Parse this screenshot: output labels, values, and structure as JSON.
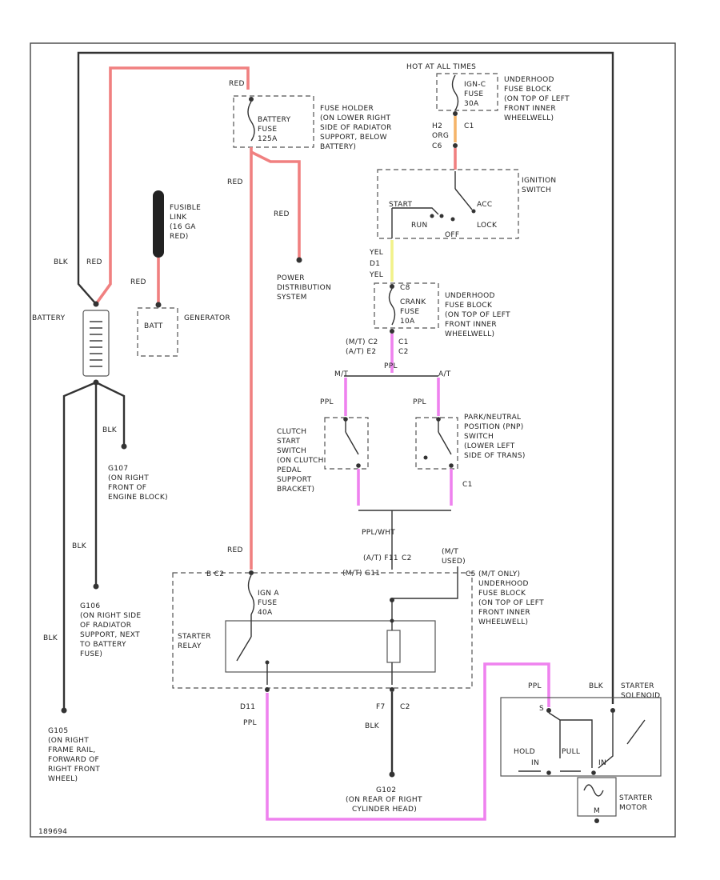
{
  "labels": {
    "hot_run": "HOT AT ALL TIMES",
    "fuse_ign_1": "IGN-C",
    "fuse_ign_2": "FUSE",
    "fuse_ign_3": "30A",
    "ub_top_1": "UNDERHOOD",
    "ub_top_2": "FUSE BLOCK",
    "ub_top_3": "(ON TOP OF LEFT",
    "ub_top_4": "FRONT INNER",
    "ub_top_5": "WHEELWELL)",
    "c1_a": "C1",
    "h2": "H2",
    "org_blk": "ORG",
    "c6": "C6",
    "ign_sw_1": "IGNITION",
    "ign_sw_2": "SWITCH",
    "start": "START",
    "acc": "ACC",
    "run": "RUN",
    "lock": "LOCK",
    "off": "OFF",
    "yel": "YEL",
    "d1": "D1",
    "yel2": "YEL",
    "c8": "C8",
    "crank_1": "CRANK",
    "crank_2": "FUSE",
    "crank_3": "10A",
    "ub_mid_1": "UNDERHOOD",
    "ub_mid_2": "FUSE BLOCK",
    "ub_mid_3": "(ON TOP OF LEFT",
    "ub_mid_4": "FRONT INNER",
    "ub_mid_5": "WHEELWELL)",
    "conn_a": "(M/T) C2",
    "conn_b": "(A/T) E2",
    "conn_c": "C1",
    "conn_d": "C2",
    "ppl_top": "PPL",
    "mt": "M/T",
    "at": "A/T",
    "ppl_l": "PPL",
    "ppl_r": "PPL",
    "clutch_1": "CLUTCH",
    "clutch_2": "START",
    "clutch_3": "SWITCH",
    "clutch_4": "(ON CLUTCH",
    "clutch_5": "PEDAL",
    "clutch_6": "SUPPORT",
    "clutch_7": "BRACKET)",
    "pn_1": "PARK/NEUTRAL",
    "pn_2": "POSITION (PNP)",
    "pn_3": "SWITCH",
    "pn_4": "(LOWER LEFT",
    "pn_5": "SIDE OF TRANS)",
    "c1_b": "C1",
    "ppl_wht": "PPL/WHT",
    "at_mt": "(A/T) F11",
    "mt_g": "(M/T) G11",
    "c2_b": "C2",
    "not_used_1": "(M/T",
    "not_used_2": "USED)",
    "red_top": "RED",
    "fuse_holder_1": "FUSE HOLDER",
    "fuse_holder_2": "(ON LOWER RIGHT",
    "fuse_holder_3": "SIDE OF RADIATOR",
    "fuse_holder_4": "SUPPORT, BELOW",
    "fuse_holder_5": "BATTERY)",
    "batt_fuse_1": "BATTERY",
    "batt_fuse_2": "FUSE",
    "batt_fuse_3": "125A",
    "red_2": "RED",
    "red_3": "RED",
    "power_1": "POWER",
    "power_2": "DISTRIBUTION",
    "power_3": "SYSTEM",
    "fusible_1": "FUSIBLE",
    "fusible_2": "LINK",
    "fusible_3": "(16 GA",
    "fusible_4": "RED)",
    "red_gen": "RED",
    "batt_term": "BATT",
    "generator": "GENERATOR",
    "blk_batt": "BLK",
    "red_batt": "RED",
    "battery": "BATTERY",
    "blk_g": "BLK",
    "g107_1": "G107",
    "g107_2": "(ON RIGHT",
    "g107_3": "FRONT OF",
    "g107_4": "ENGINE BLOCK)",
    "blk_g2": "BLK",
    "g106_1": "G106",
    "g106_2": "(ON RIGHT SIDE",
    "g106_3": "OF RADIATOR",
    "g106_4": "SUPPORT, NEXT",
    "g106_5": "TO BATTERY",
    "g106_6": "FUSE)",
    "blk_g3": "BLK",
    "g105_1": "G105",
    "g105_2": "(ON RIGHT",
    "g105_3": "FRAME RAIL,",
    "g105_4": "FORWARD OF",
    "g105_5": "RIGHT FRONT",
    "g105_6": "WHEEL)",
    "red_relay": "RED",
    "b_c2": "B C2",
    "b_c2_2": "C2",
    "ub_bot_c5": "C5",
    "mt_only": "(M/T ONLY)",
    "ub_bot_1": "UNDERHOOD",
    "ub_bot_2": "FUSE BLOCK",
    "ub_bot_3": "(ON TOP OF LEFT",
    "ub_bot_4": "FRONT INNER",
    "ub_bot_5": "WHEELWELL)",
    "ign_a_1": "IGN A",
    "ign_a_2": "FUSE",
    "ign_a_3": "40A",
    "starter_relay_1": "STARTER",
    "starter_relay_2": "RELAY",
    "d11": "D11",
    "ppl_d11": "PPL",
    "f7": "F7",
    "c2_f7": "C2",
    "blk_f7": "BLK",
    "g102_1": "G102",
    "g102_2": "(ON REAR OF RIGHT",
    "g102_3": "CYLINDER HEAD)",
    "ppl_sol": "PPL",
    "blk_sol": "BLK",
    "starter_sol_1": "STARTER",
    "starter_sol_2": "SOLENOID",
    "s_term": "S",
    "hold": "HOLD",
    "pull": "PULL",
    "in1": "IN",
    "in2": "IN",
    "starter_motor_1": "STARTER",
    "starter_motor_2": "MOTOR",
    "m": "M",
    "fig": "189694"
  },
  "colors": {
    "red_wire": "#f08080",
    "purple_wire": "#ee82ee",
    "yellow_wire": "#f2f28a",
    "orange_wire": "#f5b46a",
    "black_wire": "#333333"
  }
}
